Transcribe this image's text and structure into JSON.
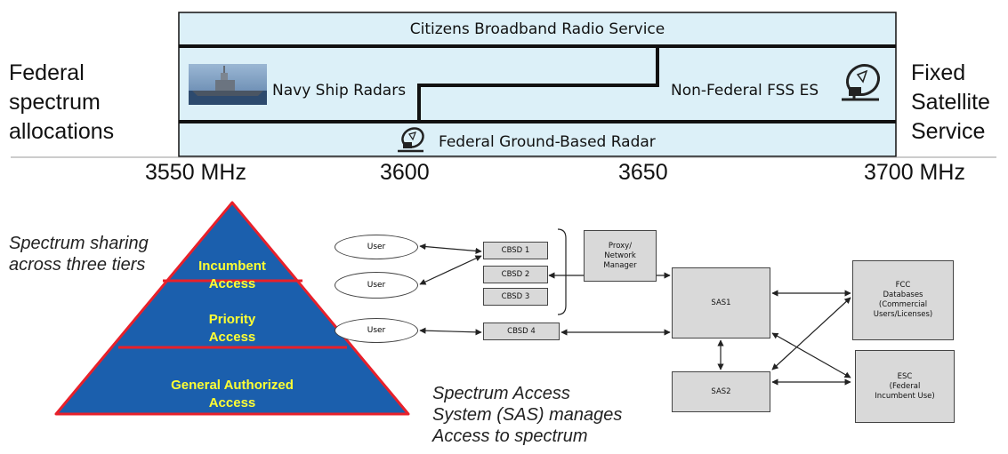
{
  "left_labels": [
    "Federal",
    "spectrum",
    "allocations"
  ],
  "right_labels": [
    "Fixed",
    "Satellite",
    "Service"
  ],
  "frequency_labels": [
    "3550 MHz",
    "3600",
    "3650",
    "3700 MHz"
  ],
  "band": {
    "top": "Citizens Broadband Radio Service",
    "navy": "Navy Ship Radars",
    "fss": "Non-Federal FSS ES",
    "ground": "Federal Ground-Based Radar"
  },
  "pyramid": {
    "caption": [
      "Spectrum sharing",
      "across three tiers"
    ],
    "tiers": [
      [
        "Incumbent",
        "Access"
      ],
      [
        "Priority",
        "Access"
      ],
      [
        "General Authorized",
        "Access"
      ]
    ]
  },
  "sas_caption": [
    "Spectrum Access",
    "System (SAS) manages",
    "Access to spectrum"
  ],
  "diagram": {
    "users": [
      "User",
      "User",
      "User"
    ],
    "cbsds": [
      "CBSD 1",
      "CBSD 2",
      "CBSD 3",
      "CBSD 4"
    ],
    "proxy": [
      "Proxy/",
      "Network",
      "Manager"
    ],
    "sas1": "SAS1",
    "sas2": "SAS2",
    "fcc": [
      "FCC",
      "Databases",
      "(Commercial",
      "Users/Licenses)"
    ],
    "esc": [
      "ESC",
      "(Federal",
      "Incumbent Use)"
    ]
  },
  "colors": {
    "band_fill": "#dcf0f8",
    "pyramid_fill": "#1b5fad",
    "pyramid_border": "#e8202a",
    "tier_text": "#ffff33",
    "box_fill": "#d9d9d9"
  }
}
